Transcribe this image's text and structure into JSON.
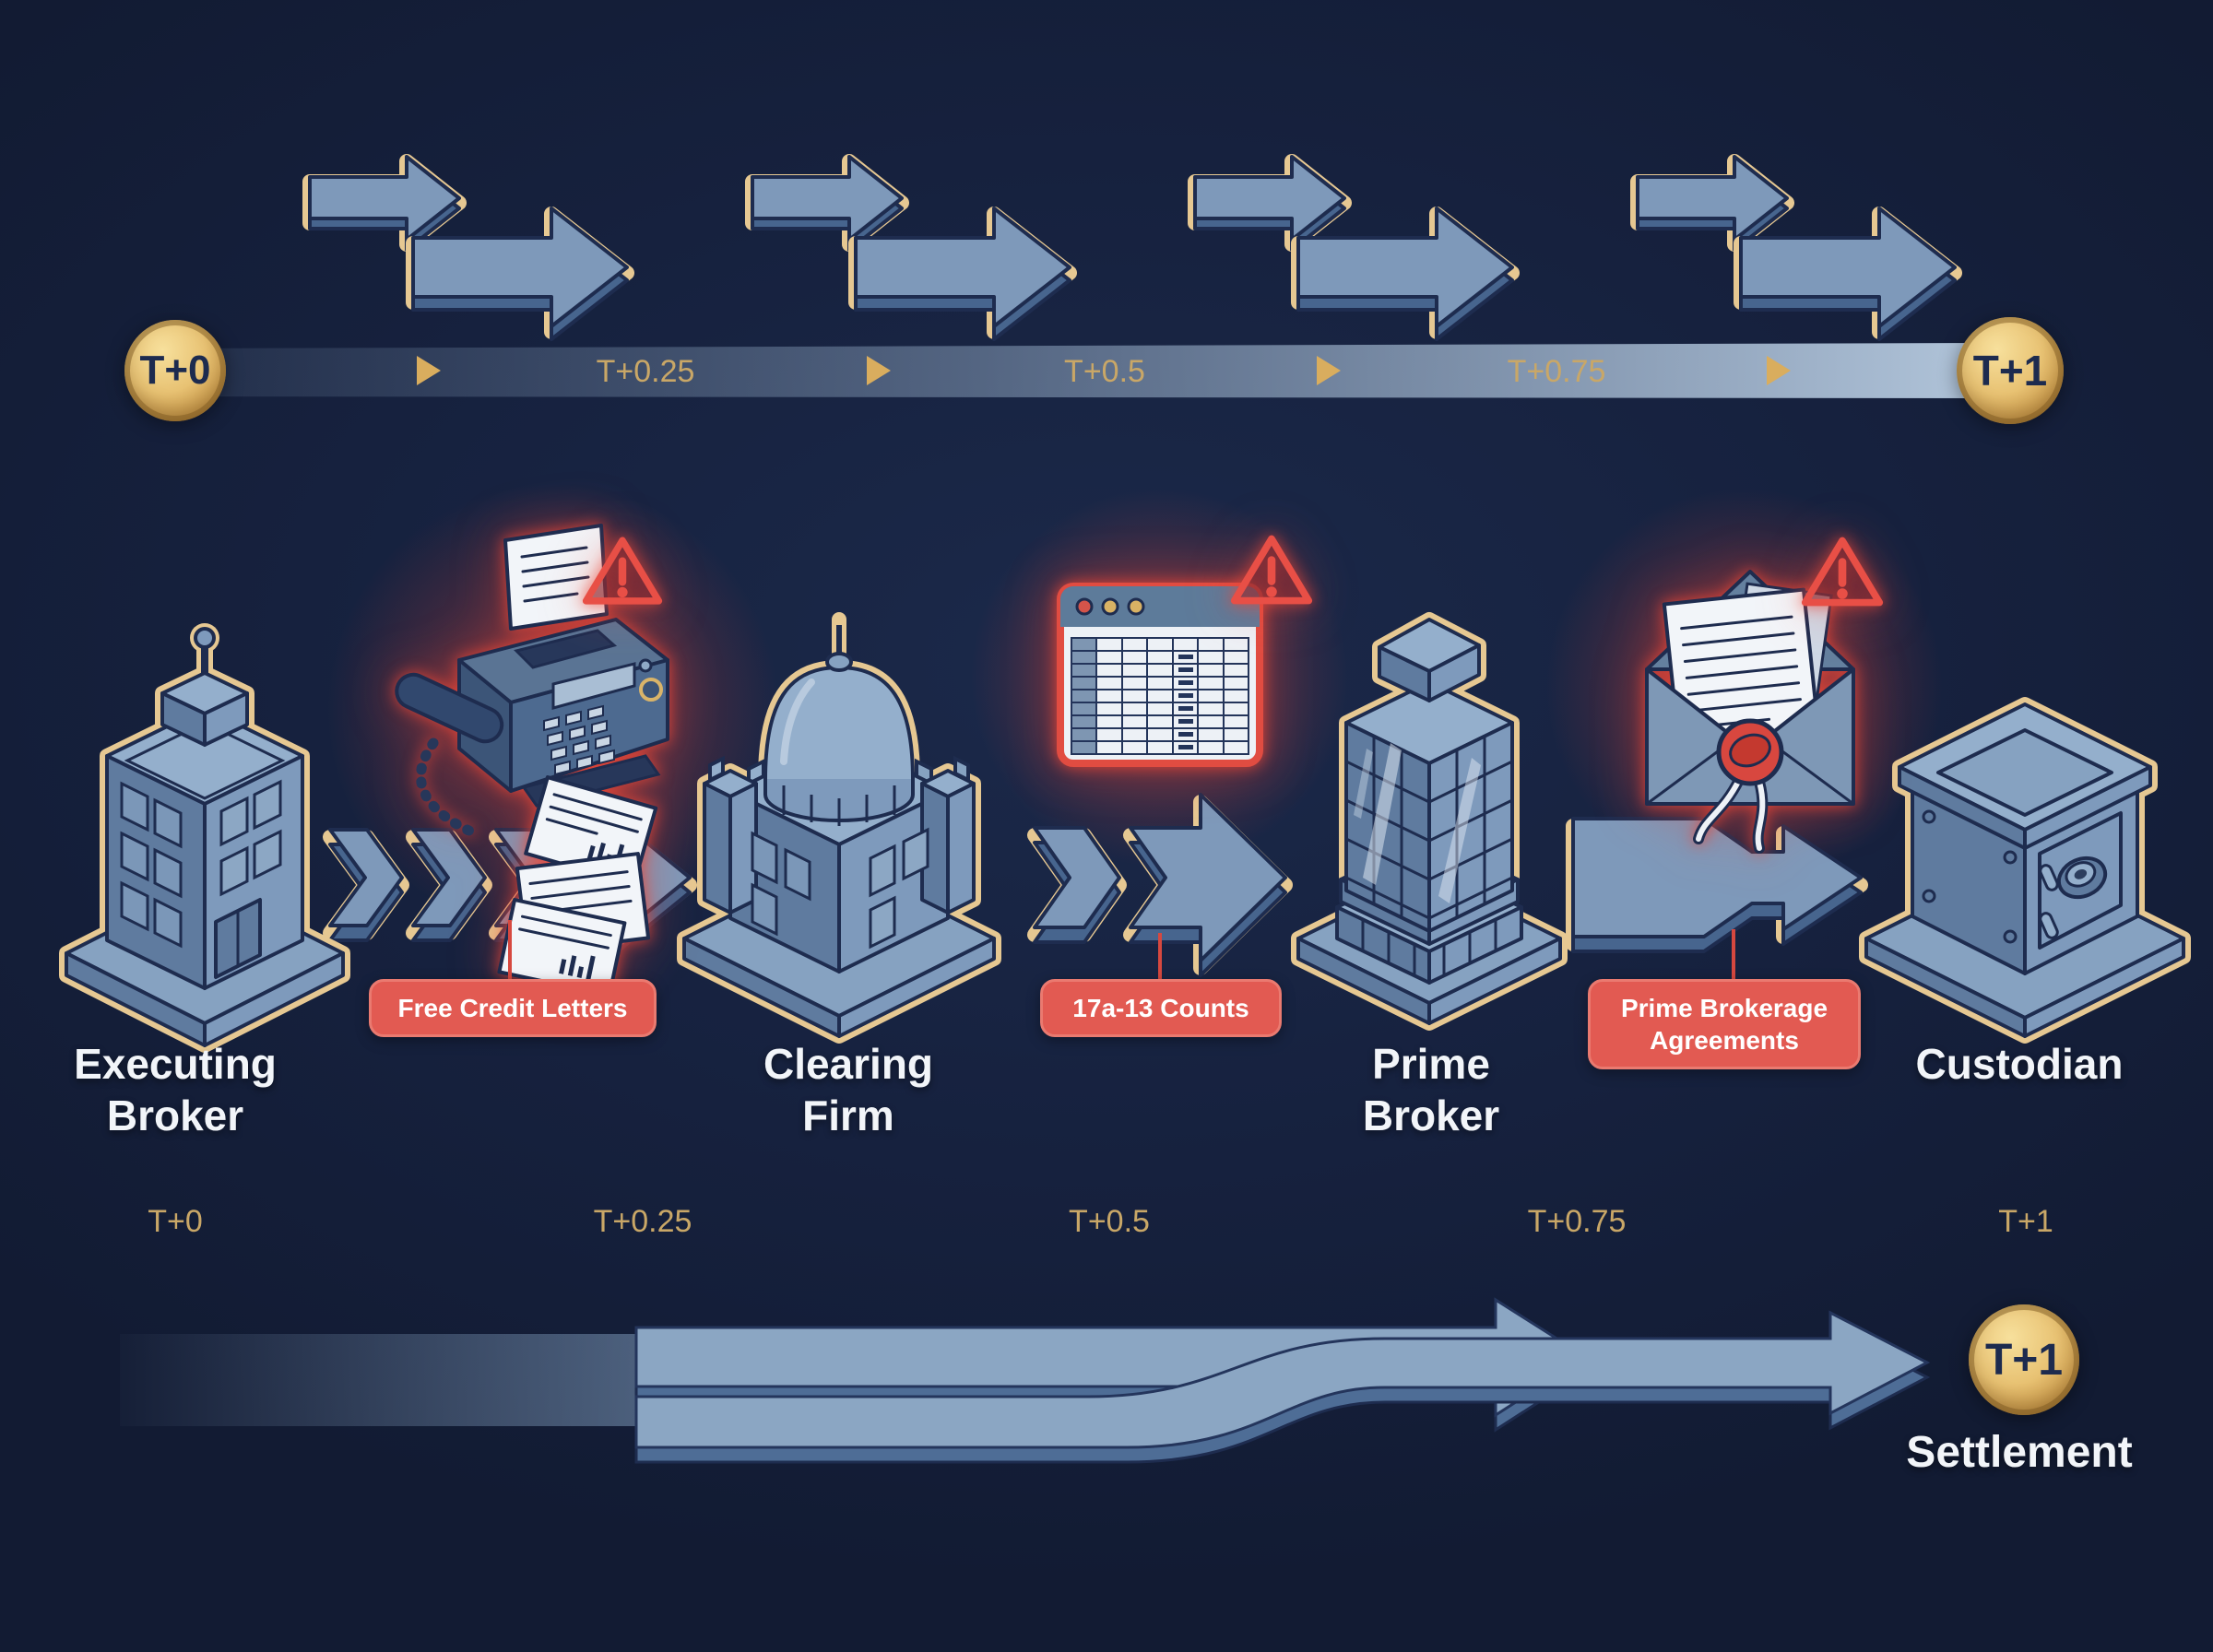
{
  "title": "T+1 settlement flow diagram",
  "colors": {
    "background": "#16213e",
    "steel_blue": "#7e9abc",
    "navy_line": "#1e2c4f",
    "tan_outline": "#e6c892",
    "gold": "#d9b36a",
    "alert_red": "#e0524a",
    "text_white": "#f2f5f9"
  },
  "icons": {
    "flow_arrows": "flow-arrow-icon",
    "timeline_marker": "play-triangle-icon",
    "coin": "gold-coin-badge",
    "warning": "warning-triangle-icon",
    "fax": "fax-documents-icon",
    "spreadsheet": "spreadsheet-window-icon",
    "envelope": "sealed-envelope-icon",
    "office_building": "office-building-icon",
    "clearing_house": "fortress-dome-building-icon",
    "tower": "glass-tower-icon",
    "vault": "safe-vault-icon"
  },
  "timeline_top": {
    "start_badge": "T+0",
    "end_badge": "T+1",
    "labels": [
      "T+0.25",
      "T+0.5",
      "T+0.75"
    ]
  },
  "entities": [
    {
      "name": "Executing Broker"
    },
    {
      "name": "Clearing Firm"
    },
    {
      "name": "Prime Broker"
    },
    {
      "name": "Custodian"
    }
  ],
  "callouts": [
    {
      "label": "Free Credit Letters"
    },
    {
      "label": "17a-13 Counts"
    },
    {
      "label": "Prime Brokerage Agreements"
    }
  ],
  "bottom_times": [
    "T+0",
    "T+0.25",
    "T+0.5",
    "T+0.75",
    "T+1"
  ],
  "settlement": {
    "badge": "T+1",
    "label": "Settlement"
  }
}
